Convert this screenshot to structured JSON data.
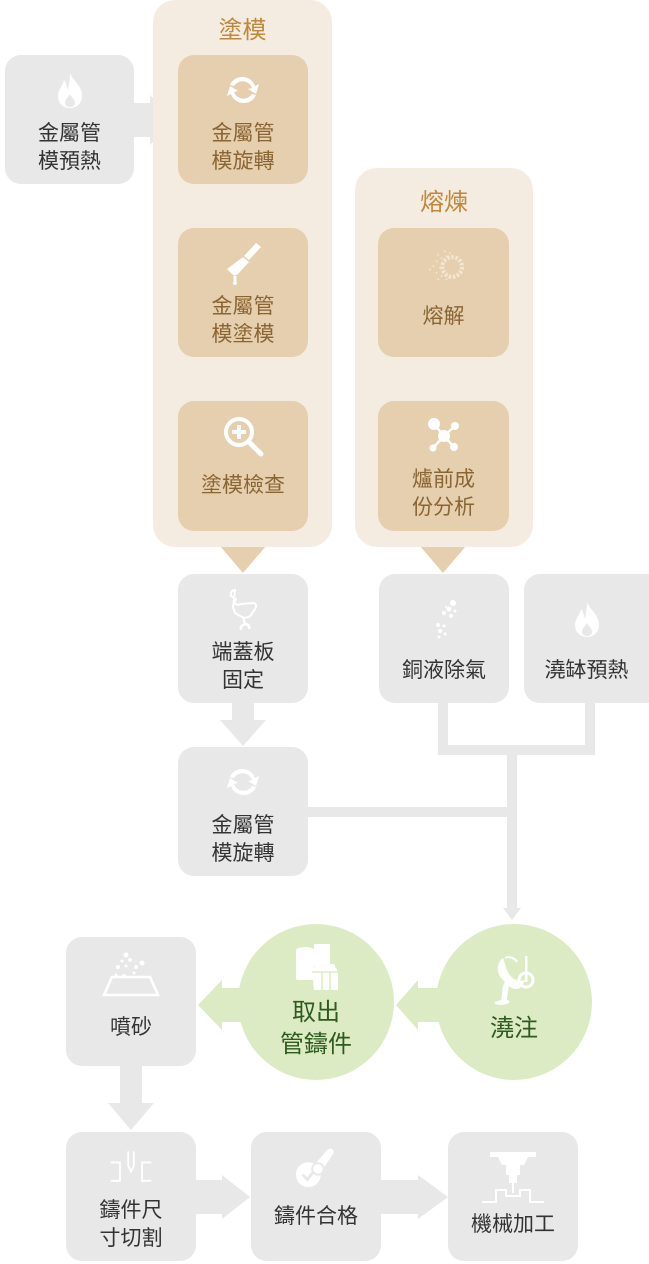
{
  "groups": {
    "coating": {
      "title": "塗模"
    },
    "melting": {
      "title": "熔煉"
    }
  },
  "steps": {
    "preheat_mold": {
      "label": "金屬管\n模預熱",
      "icon": "flame-icon"
    },
    "rotate_mold_1": {
      "label": "金屬管\n模旋轉",
      "icon": "rotate-icon"
    },
    "coat_mold": {
      "label": "金屬管\n模塗模",
      "icon": "paintbrush-icon"
    },
    "inspect_coating": {
      "label": "塗模檢查",
      "icon": "magnify-plus-icon"
    },
    "melt": {
      "label": "熔解",
      "icon": "dissolve-gear-icon"
    },
    "furnace_analysis": {
      "label": "爐前成\n份分析",
      "icon": "molecule-icon"
    },
    "fix_end_cover": {
      "label": "端蓋板\n固定",
      "icon": "wrench-hand-icon"
    },
    "degas_copper": {
      "label": "銅液除氣",
      "icon": "bubbles-icon"
    },
    "preheat_ladle": {
      "label": "澆缽預熱",
      "icon": "flame-icon"
    },
    "rotate_mold_2": {
      "label": "金屬管\n模旋轉",
      "icon": "rotate-icon"
    },
    "pour": {
      "label": "澆注",
      "icon": "pouring-ladle-icon"
    },
    "extract_casting": {
      "label": "取出\n管鑄件",
      "icon": "casting-blocks-icon"
    },
    "sandblast": {
      "label": "噴砂",
      "icon": "sandblast-icon"
    },
    "cut_casting": {
      "label": "鑄件尺\n寸切割",
      "icon": "cutter-icon"
    },
    "casting_pass": {
      "label": "鑄件合格",
      "icon": "approved-stamp-icon"
    },
    "machining": {
      "label": "機械加工",
      "icon": "cnc-mill-icon"
    }
  },
  "colors": {
    "group_bg": "#f5ece1",
    "group_title": "#c0883a",
    "tan_box": "#e6cfae",
    "tan_text": "#8a6534",
    "gray_box": "#e8e8e8",
    "gray_text": "#333333",
    "green_circle": "#ddebc4",
    "green_text": "#2d5a1f"
  }
}
